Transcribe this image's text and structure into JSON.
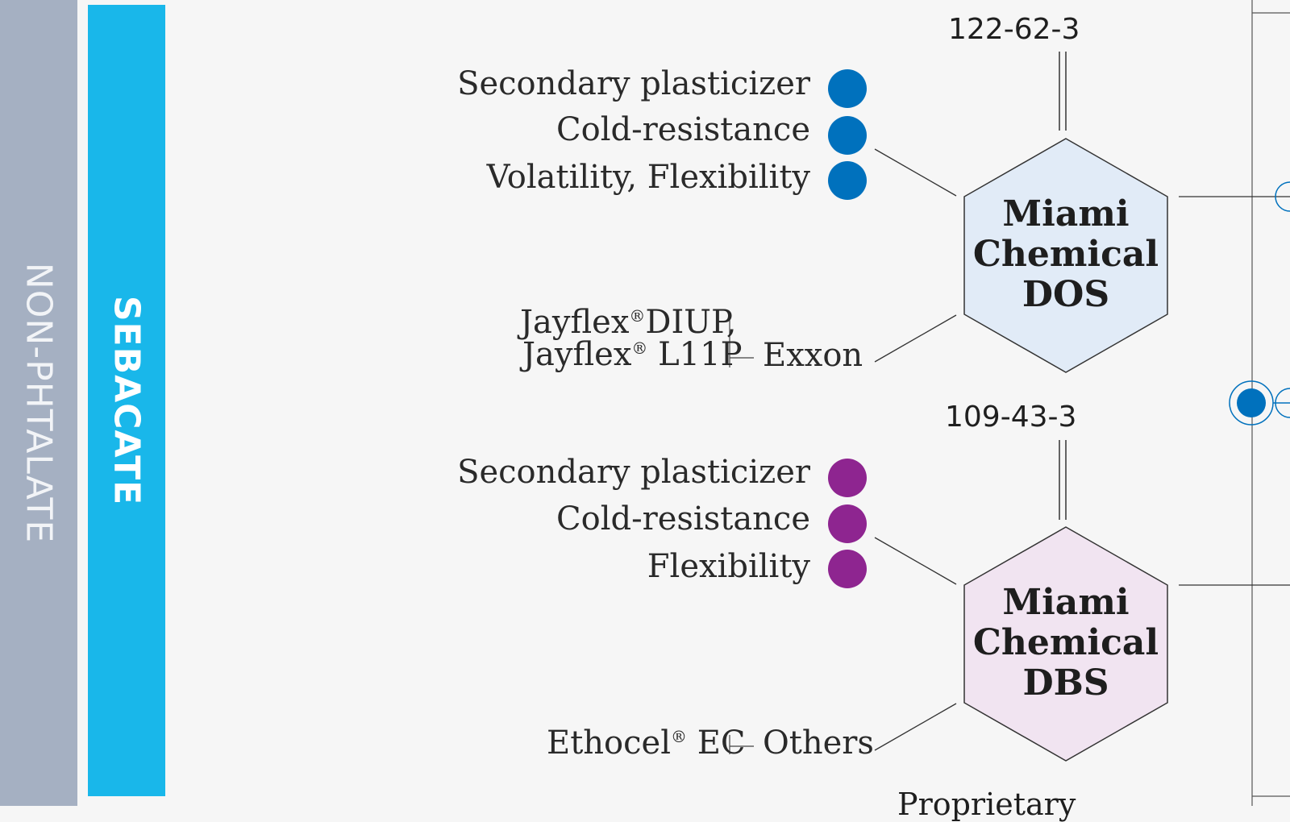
{
  "bands": {
    "outer_label": "NON-PHTALATE",
    "inner_label": "SEBACATE",
    "outer_color": "#a5b0c2",
    "inner_color": "#19b7ea"
  },
  "products": [
    {
      "name_line1": "Miami",
      "name_line2": "Chemical",
      "name_line3": "DOS",
      "cas": "122-62-3",
      "fill": "#e1ebf7",
      "dot_color": "#0071bd",
      "features": [
        "Secondary plasticizer",
        "Cold-resistance",
        "Volatility, Flexibility"
      ],
      "alternatives": {
        "line1": "Jayflex",
        "line1_sup": "®",
        "line1_rest": "DIUP,",
        "line2": "Jayflex",
        "line2_sup": "®",
        "line2_rest": " L11P",
        "supplier": "Exxon"
      }
    },
    {
      "name_line1": "Miami",
      "name_line2": "Chemical",
      "name_line3": "DBS",
      "cas": "109-43-3",
      "fill": "#f1e4f1",
      "dot_color": "#8e2590",
      "features": [
        "Secondary plasticizer",
        "Cold-resistance",
        "Flexibility"
      ],
      "alternatives": {
        "line1": "Ethocel",
        "line1_sup": "®",
        "line1_rest": " EC",
        "supplier": "Others"
      }
    }
  ],
  "footer": {
    "cut_text": "Proprietary"
  }
}
